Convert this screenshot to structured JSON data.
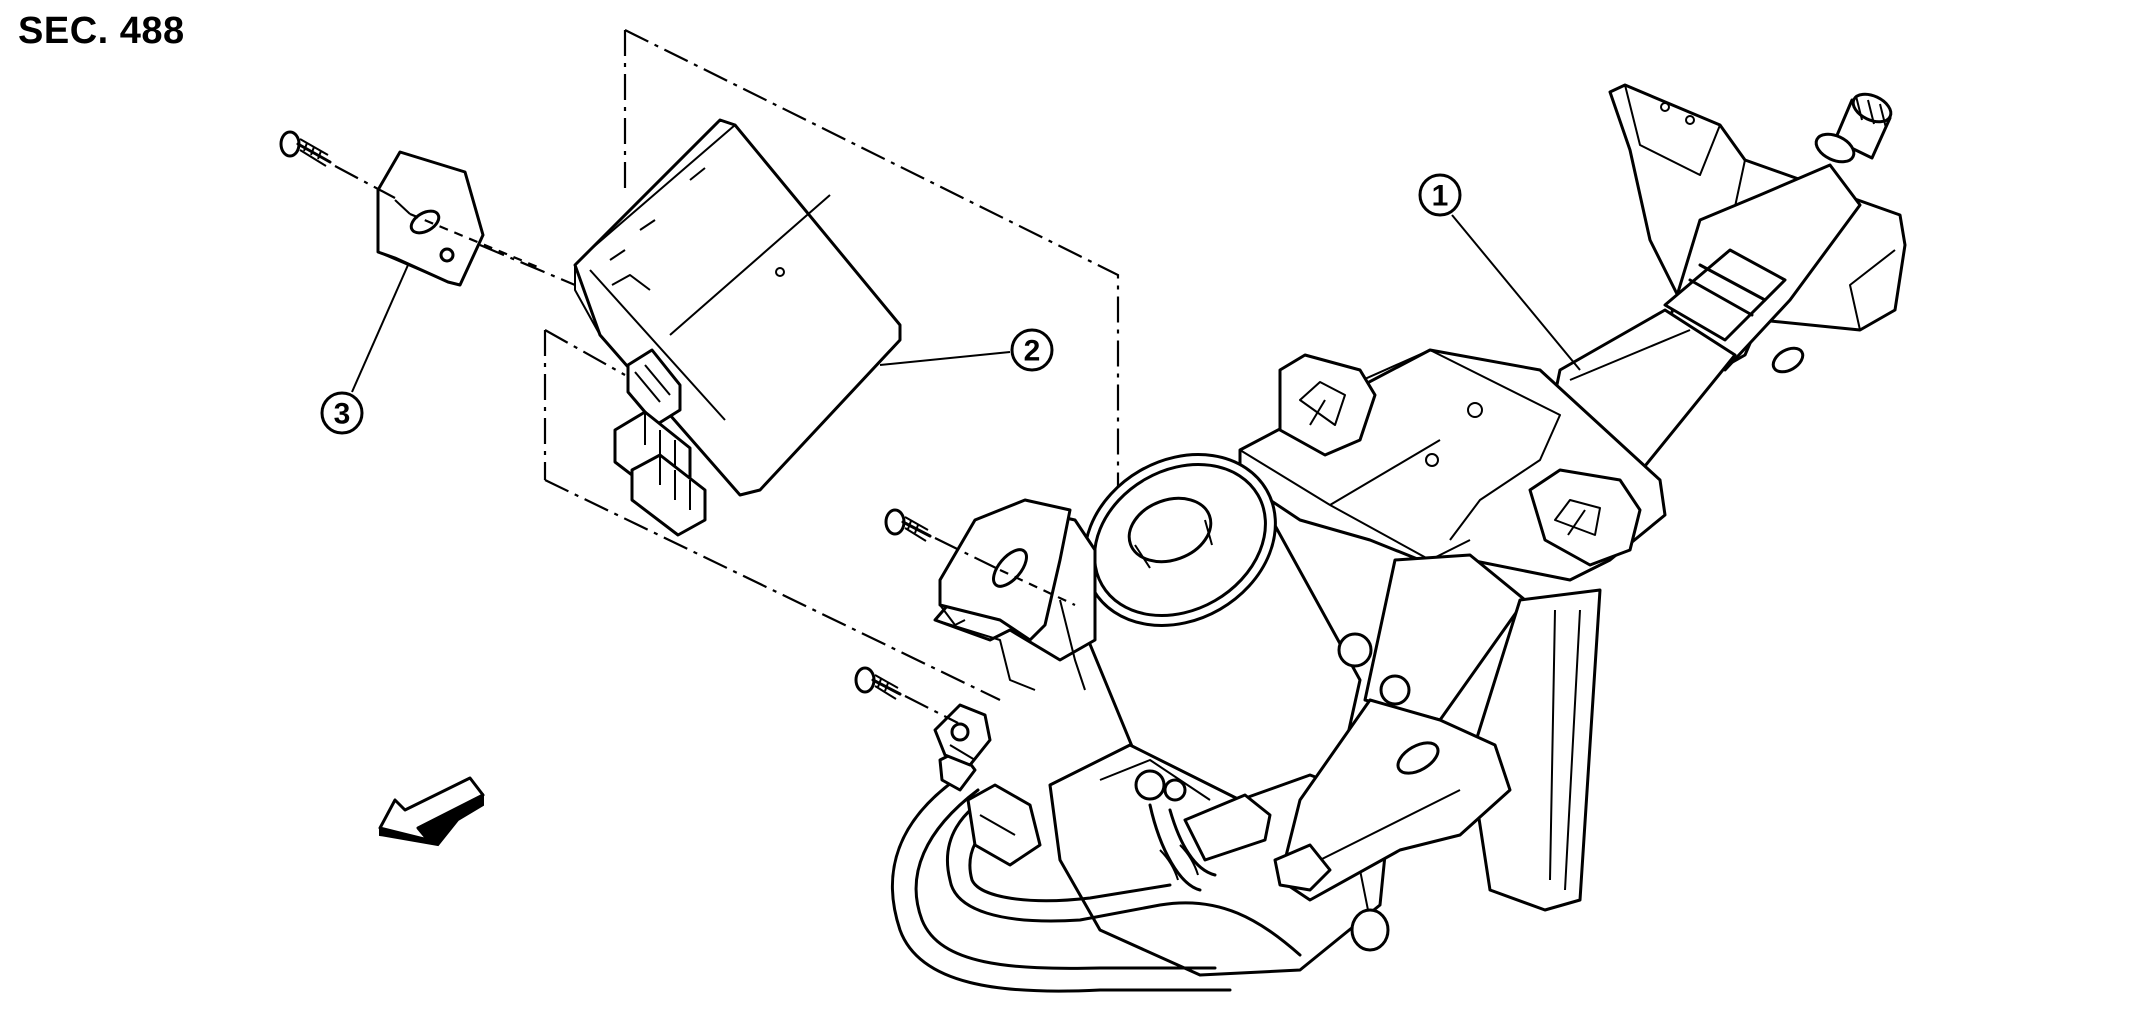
{
  "section_label": "SEC. 488",
  "callouts": [
    {
      "id": "1",
      "name": "steering-column-assembly"
    },
    {
      "id": "2",
      "name": "eps-control-unit"
    },
    {
      "id": "3",
      "name": "bracket"
    }
  ],
  "icons": [
    "front-direction-arrow-icon",
    "bolt-icon"
  ]
}
